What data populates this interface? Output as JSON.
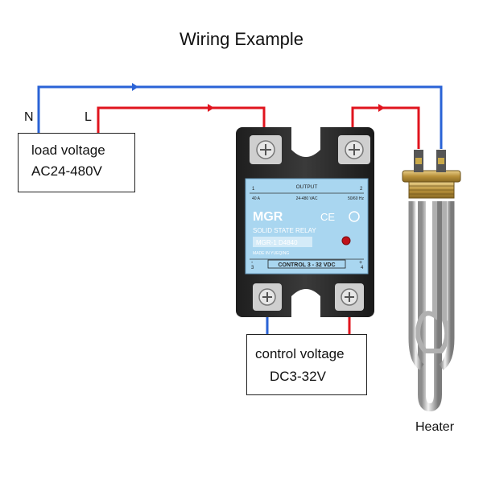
{
  "title": "Wiring Example",
  "labels": {
    "neutral": "N",
    "line": "L",
    "heater": "Heater"
  },
  "load_box": {
    "line1": "load voltage",
    "line2": "AC24-480V"
  },
  "control_box": {
    "line1": "control voltage",
    "line2": "DC3-32V"
  },
  "relay": {
    "output_label": "OUTPUT",
    "terminal_1": "1",
    "terminal_2": "2",
    "terminal_3": "3",
    "terminal_4": "4",
    "current": "40 A",
    "ac_range": "24-480 VAC",
    "frequency": "50/60 Hz",
    "brand": "MGR",
    "type": "SOLID STATE RELAY",
    "model": "MGR-1  D4840",
    "origin": "MADE IN YUEQING",
    "control_label": "CONTROL 3 - 32 VDC",
    "minus": "-",
    "plus": "+",
    "cert": "CE"
  },
  "colors": {
    "neutral_wire": "#2a63d6",
    "line_wire": "#e0141e",
    "relay_face": "#a9d6f0",
    "relay_body": "#2b2b2b",
    "led": "#c0121a"
  }
}
